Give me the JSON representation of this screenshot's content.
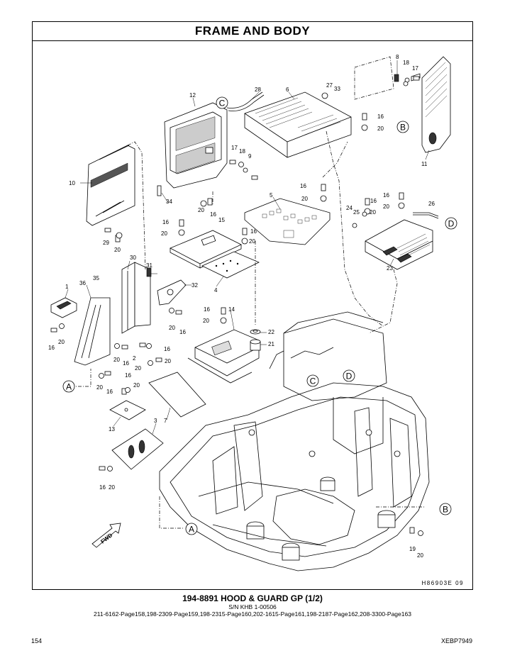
{
  "page_title": "FRAME AND BODY",
  "drawing_code": "H86903E   09",
  "caption": {
    "title": "194-8891  HOOD & GUARD GP (1/2)",
    "serial": "S/N KHB 1-00506",
    "refs": "211-6162-Page158,198-2309-Page159,198-2315-Page160,202-1615-Page161,198-2187-Page162,208-3300-Page163"
  },
  "footer": {
    "page_number": "154",
    "doc_code": "XEBP7949"
  },
  "fwd_label": "FWD",
  "connection_markers": [
    "A",
    "B",
    "C",
    "D"
  ],
  "part_labels": {
    "p1": "1",
    "p2": "2",
    "p3": "3",
    "p4": "4",
    "p5": "5",
    "p6": "6",
    "p7": "7",
    "p8": "8",
    "p9": "9",
    "p10": "10",
    "p11": "11",
    "p12": "12",
    "p13": "13",
    "p14": "14",
    "p15": "15",
    "p16": "16",
    "p17": "17",
    "p18": "18",
    "p19": "19",
    "p20": "20",
    "p21": "21",
    "p22": "22",
    "p23": "23",
    "p24": "24",
    "p25": "25",
    "p26": "26",
    "p27": "27",
    "p28": "28",
    "p29": "29",
    "p30": "30",
    "p31": "31",
    "p32": "32",
    "p33": "33",
    "p34": "34",
    "p35": "35",
    "p36": "36"
  }
}
